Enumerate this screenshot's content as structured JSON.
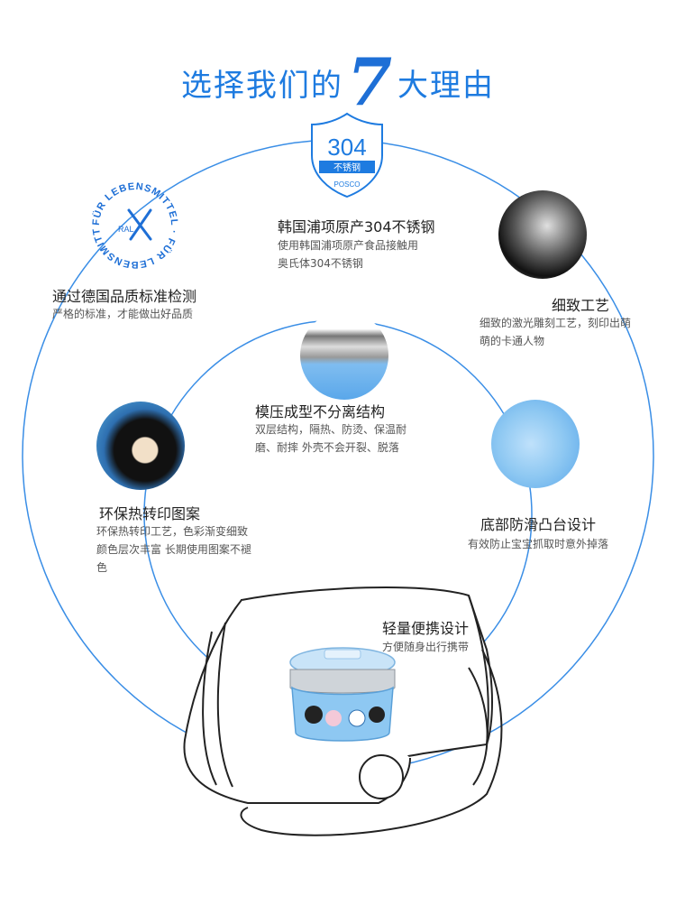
{
  "header": {
    "title_prefix": "选择我们的",
    "title_number": "7",
    "title_suffix": "大理由"
  },
  "badges": {
    "steel_badge_number": "304",
    "steel_badge_sub": "不锈钢",
    "steel_badge_brand": "POSCO",
    "ral_ring_text": "FÜR LEBENSMITTEL · FÜR LEBENSMITTEL ·",
    "ral_mark": "RAL"
  },
  "features": [
    {
      "title": "韩国浦项原产304不锈钢",
      "desc": [
        "使用韩国浦项原产食品接触用",
        "奥氏体304不锈钢"
      ]
    },
    {
      "title": "通过德国品质标准检测",
      "desc": [
        "严格的标准，才能做出好品质"
      ]
    },
    {
      "title": "细致工艺",
      "desc": [
        "细致的激光雕刻工艺，刻印出萌",
        "萌的卡通人物"
      ]
    },
    {
      "title": "模压成型不分离结构",
      "desc": [
        "双层结构，隔热、防烫、保温耐",
        "磨、耐摔 外壳不会开裂、脱落"
      ]
    },
    {
      "title": "环保热转印图案",
      "desc": [
        "环保热转印工艺，色彩渐变细致",
        "颜色层次丰富 长期使用图案不褪",
        "色"
      ]
    },
    {
      "title": "底部防滑凸台设计",
      "desc": [
        "有效防止宝宝抓取时意外掉落"
      ]
    },
    {
      "title": "轻量便携设计",
      "desc": [
        "方便随身出行携带"
      ]
    }
  ],
  "colors": {
    "accent": "#1e7be0",
    "circle_line": "#3a8ee6",
    "bowl_blue": "#8ec8f2"
  }
}
